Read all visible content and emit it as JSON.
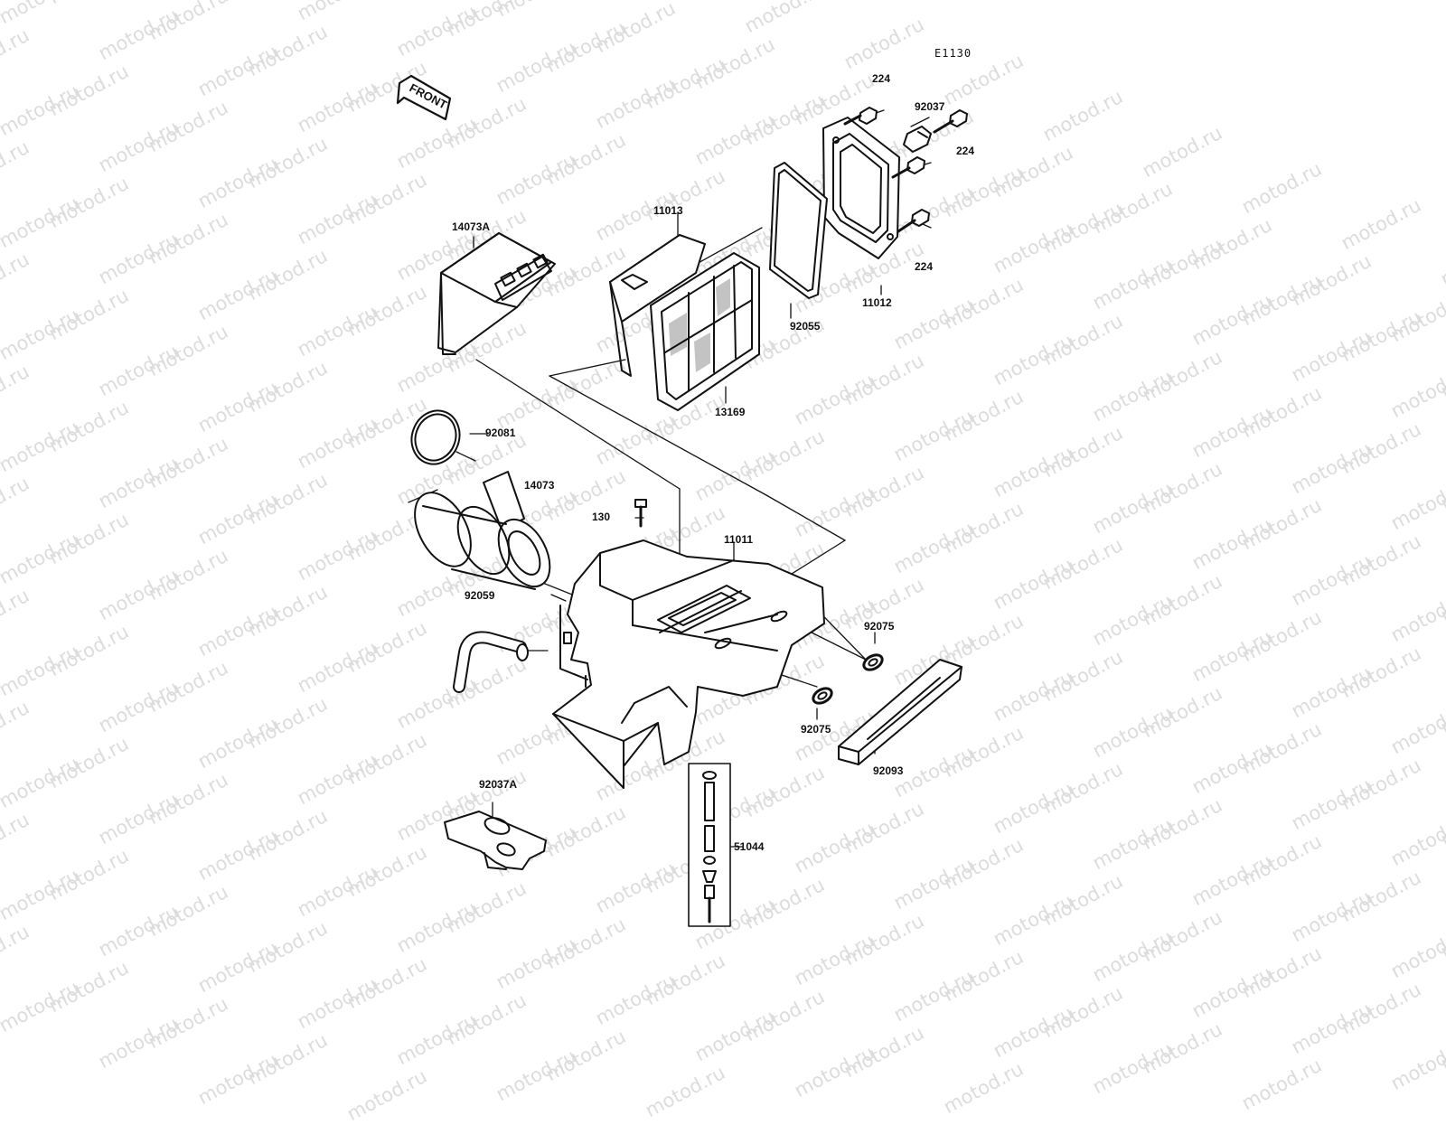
{
  "diagram": {
    "drawing_code": "E1130",
    "front_marker": "FRONT",
    "watermark": "motod.ru",
    "parts": [
      {
        "id": "p-224-a",
        "label": "224"
      },
      {
        "id": "p-92037",
        "label": "92037"
      },
      {
        "id": "p-224-b",
        "label": "224"
      },
      {
        "id": "p-224-c",
        "label": "224"
      },
      {
        "id": "p-11012",
        "label": "11012"
      },
      {
        "id": "p-92055",
        "label": "92055"
      },
      {
        "id": "p-11013",
        "label": "11013"
      },
      {
        "id": "p-13169",
        "label": "13169"
      },
      {
        "id": "p-14073A",
        "label": "14073A"
      },
      {
        "id": "p-92081",
        "label": "92081"
      },
      {
        "id": "p-14073",
        "label": "14073"
      },
      {
        "id": "p-130",
        "label": "130"
      },
      {
        "id": "p-11011",
        "label": "11011"
      },
      {
        "id": "p-92059",
        "label": "92059"
      },
      {
        "id": "p-92075-a",
        "label": "92075"
      },
      {
        "id": "p-92075-b",
        "label": "92075"
      },
      {
        "id": "p-92093",
        "label": "92093"
      },
      {
        "id": "p-92037A",
        "label": "92037A"
      },
      {
        "id": "p-51044",
        "label": "51044"
      }
    ]
  }
}
